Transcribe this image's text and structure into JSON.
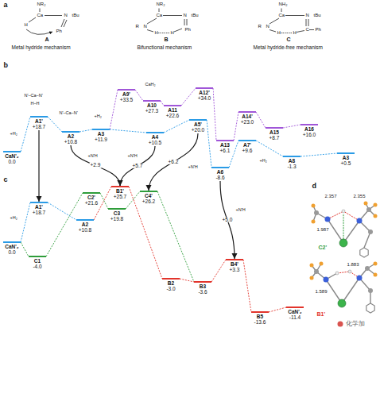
{
  "diagram": {
    "nodes": [
      {
        "text": [
          "CaN'₂",
          "0.0"
        ]
      },
      {
        "text": [
          "A1'",
          "+18.7"
        ]
      },
      {
        "text": [
          "A2",
          "+10.8"
        ]
      },
      {
        "text": [
          "A3",
          "+11.9"
        ]
      },
      {
        "text": [
          "A9'",
          "+33.5"
        ]
      },
      {
        "text": [
          "A10",
          "+27.3"
        ]
      },
      {
        "text": [
          "A11",
          "+22.6"
        ]
      },
      {
        "text": [
          "A4",
          "+10.5"
        ]
      },
      {
        "text": [
          "A12'",
          "+34.0"
        ]
      },
      {
        "text": [
          "A5'",
          "+20.0"
        ]
      },
      {
        "text": [
          "A13",
          "+6.1"
        ]
      },
      {
        "text": [
          "A6",
          "-8.6"
        ]
      },
      {
        "text": [
          "A14'",
          "+23.0"
        ]
      },
      {
        "text": [
          "A7'",
          "+9.6"
        ]
      },
      {
        "text": [
          "A15",
          "+8.7"
        ]
      },
      {
        "text": [
          "A8",
          "-1.3"
        ]
      },
      {
        "text": [
          "A16",
          "+16.0"
        ]
      },
      {
        "text": [
          "A3",
          "+0.5"
        ]
      },
      {
        "text": [
          "CaN'₂",
          "0.0"
        ]
      },
      {
        "text": [
          "A1'",
          "+18.7"
        ]
      },
      {
        "text": [
          "C1",
          "-4.0"
        ]
      },
      {
        "text": [
          "A2",
          "+10.8"
        ]
      },
      {
        "text": [
          "C2'",
          "+21.6"
        ]
      },
      {
        "text": [
          "B1'",
          "+25.7"
        ]
      },
      {
        "text": [
          "C3",
          "+19.8"
        ]
      },
      {
        "text": [
          "C4'",
          "+26.2"
        ]
      },
      {
        "text": [
          "B2",
          "-3.0"
        ]
      },
      {
        "text": [
          "B3",
          "-3.6"
        ]
      },
      {
        "text": [
          "B4'",
          "+3.3"
        ]
      },
      {
        "text": [
          "B5",
          "-13.6"
        ]
      },
      {
        "text": [
          "CaN'₂",
          "-11.4"
        ]
      }
    ],
    "edges": [
      {
        "from": 0,
        "to": 1,
        "arrow": "none"
      },
      {
        "from": 1,
        "to": 2,
        "arrow": "none"
      },
      {
        "from": 2,
        "to": 3,
        "arrow": "none"
      },
      {
        "from": 3,
        "to": 7,
        "arrow": "none"
      },
      {
        "from": 7,
        "to": 9,
        "arrow": "none"
      },
      {
        "from": 9,
        "to": 11,
        "arrow": "none"
      },
      {
        "from": 11,
        "to": 13,
        "arrow": "none"
      },
      {
        "from": 13,
        "to": 15,
        "arrow": "none"
      },
      {
        "from": 15,
        "to": 17,
        "arrow": "none"
      },
      {
        "from": 3,
        "to": 4,
        "arrow": "none"
      },
      {
        "from": 4,
        "to": 5,
        "arrow": "none"
      },
      {
        "from": 5,
        "to": 6,
        "arrow": "none"
      },
      {
        "from": 6,
        "to": 8,
        "arrow": "none"
      },
      {
        "from": 8,
        "to": 10,
        "arrow": "none"
      },
      {
        "from": 10,
        "to": 12,
        "arrow": "none"
      },
      {
        "from": 12,
        "to": 14,
        "arrow": "none"
      },
      {
        "from": 14,
        "to": 16,
        "arrow": "none"
      },
      {
        "from": 18,
        "to": 19,
        "arrow": "none"
      },
      {
        "from": 19,
        "to": 21,
        "arrow": "none"
      },
      {
        "from": 18,
        "to": 20,
        "arrow": "none"
      },
      {
        "from": 20,
        "to": 22,
        "arrow": "none"
      },
      {
        "from": 22,
        "to": 24,
        "arrow": "none"
      },
      {
        "from": 24,
        "to": 25,
        "arrow": "none"
      },
      {
        "from": 25,
        "to": 27,
        "arrow": "none"
      },
      {
        "from": 21,
        "to": 23,
        "arrow": "none"
      },
      {
        "from": 23,
        "to": 26,
        "arrow": "none"
      },
      {
        "from": 26,
        "to": 27,
        "arrow": "none"
      },
      {
        "from": 27,
        "to": 28,
        "arrow": "none"
      },
      {
        "from": 28,
        "to": 29,
        "arrow": "none"
      },
      {
        "from": 29,
        "to": 30,
        "arrow": "none"
      },
      {
        "from": 1,
        "to": 19,
        "arrow": "to"
      },
      {
        "from": 2,
        "to": 23,
        "arrow": "to",
        "label": "+2.9"
      },
      {
        "from": 7,
        "to": 23,
        "arrow": "to",
        "label": "+5.7"
      },
      {
        "from": 9,
        "to": 25,
        "arrow": "to",
        "label": "+6.2"
      },
      {
        "from": 11,
        "to": 28,
        "arrow": "to",
        "label": "+5.0"
      }
    ],
    "labels": [
      "a",
      "b",
      "c",
      "d",
      "NR₂",
      "Ca",
      "H",
      "N",
      "tBu",
      "Ph",
      "A",
      "Metal hydride mechanism",
      "NR₂",
      "Ca",
      "R",
      "N",
      "H",
      "H",
      "N",
      "tBu",
      "Ph",
      "B",
      "Bifunctional mechanism",
      "NH₂",
      "Ca",
      "R",
      "N",
      "H",
      "H",
      "N",
      "tBu",
      "C",
      "Ph",
      "C",
      "Metal hydride-free mechanism",
      "+H₂",
      "N'–Ca–N'",
      "H–H",
      "N'–Ca–N'",
      "+H₂",
      "CaH₂",
      "+H₂",
      "+N'H",
      "+N'H",
      "+N'H",
      "+N'H",
      "+H₂",
      "2.357",
      "2.355",
      "1.987",
      "C2'",
      "1.883",
      "1.589",
      "B1'",
      "化学加"
    ]
  }
}
